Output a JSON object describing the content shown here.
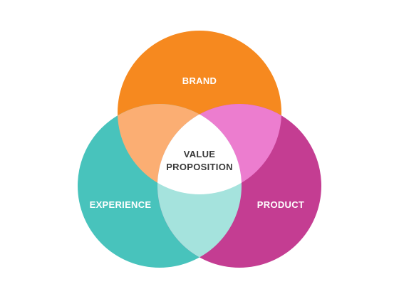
{
  "diagram": {
    "type": "venn",
    "sets": [
      {
        "key": "brand",
        "label": "BRAND",
        "color": "#f6891f"
      },
      {
        "key": "experience",
        "label": "EXPERIENCE",
        "color": "#48c3bc"
      },
      {
        "key": "product",
        "label": "PRODUCT",
        "color": "#c43d92"
      }
    ],
    "intersections": {
      "brand_experience": {
        "color": "#fbae73"
      },
      "brand_product": {
        "color": "#ec7dcf"
      },
      "experience_product": {
        "color": "#a5e3dd"
      },
      "all": {
        "color": "#ffffff"
      }
    },
    "center_label": {
      "line1": "VALUE",
      "line2": "PROPOSITION"
    }
  }
}
